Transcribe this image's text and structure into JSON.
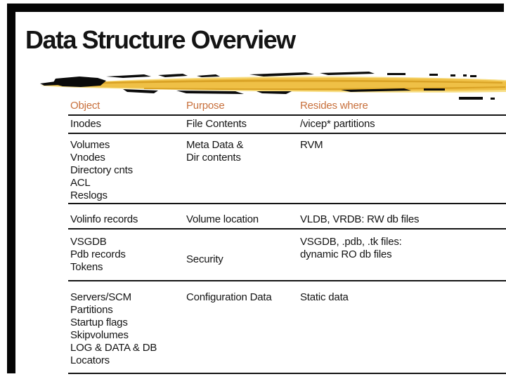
{
  "theme": {
    "accent": "#C8703C",
    "ink": "#141414",
    "bar_black": "#050505",
    "swoosh_gold": "#EFC046",
    "swoosh_dark": "#D9A225",
    "swoosh_light": "#F7DE85"
  },
  "slide": {
    "title": "Data Structure Overview"
  },
  "table": {
    "headers": [
      "Object",
      "Purpose",
      "Resides where"
    ],
    "rows": [
      {
        "object": [
          "Inodes"
        ],
        "purpose": [
          "File Contents"
        ],
        "resides": [
          "/vicep* partitions"
        ]
      },
      {
        "object": [
          "Volumes",
          "Vnodes",
          "Directory cnts",
          "ACL",
          "Reslogs"
        ],
        "purpose": [
          "Meta Data &",
          "Dir contents"
        ],
        "resides": [
          "RVM"
        ]
      },
      {
        "object": [
          "Volinfo records"
        ],
        "purpose": [
          "Volume location"
        ],
        "resides": [
          "VLDB, VRDB: RW db files"
        ]
      },
      {
        "object": [
          "VSGDB",
          "Pdb records",
          "Tokens"
        ],
        "purpose": [
          "Security"
        ],
        "resides": [
          "VSGDB, .pdb, .tk files:",
          "dynamic RO db files"
        ]
      },
      {
        "object": [
          "Servers/SCM",
          "Partitions",
          "Startup flags",
          "Skipvolumes",
          "LOG & DATA & DB",
          "Locators"
        ],
        "purpose": [
          "Configuration Data"
        ],
        "resides": [
          "Static data"
        ]
      }
    ]
  }
}
